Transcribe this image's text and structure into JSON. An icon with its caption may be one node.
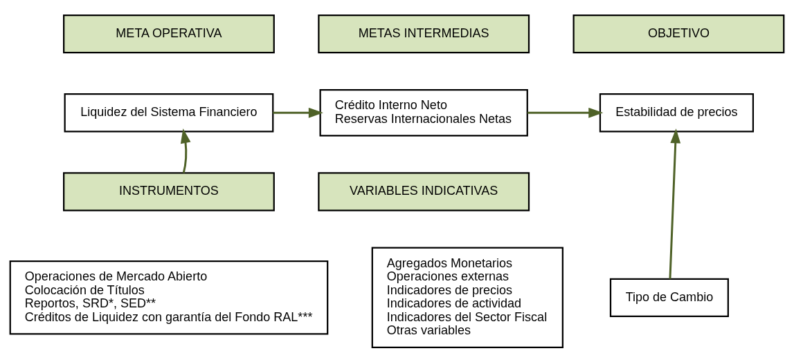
{
  "diagram": {
    "nodes": [
      {
        "text": [
          "META OPERATIVA"
        ]
      },
      {
        "text": [
          "METAS INTERMEDIAS"
        ]
      },
      {
        "text": [
          "OBJETIVO"
        ]
      },
      {
        "text": [
          "Liquidez del Sistema Financiero"
        ]
      },
      {
        "text": [
          "Crédito Interno Neto",
          "Reservas Internacionales Netas"
        ]
      },
      {
        "text": [
          "Estabilidad de precios"
        ]
      },
      {
        "text": [
          "INSTRUMENTOS"
        ]
      },
      {
        "text": [
          "VARIABLES INDICATIVAS"
        ]
      },
      {
        "text": [
          "Operaciones de Mercado Abierto",
          "Colocación de Títulos",
          "Reportos, SRD*, SED**",
          "Créditos de Liquidez con garantía del Fondo RAL***"
        ]
      },
      {
        "text": [
          "Agregados Monetarios",
          "Operaciones externas",
          "Indicadores de precios",
          "Indicadores de actividad",
          "Indicadores del Sector Fiscal",
          "Otras variables"
        ]
      },
      {
        "text": [
          "Tipo de Cambio"
        ]
      }
    ],
    "edges": [
      {
        "from": 3,
        "to": 4,
        "arrow": "to"
      },
      {
        "from": 4,
        "to": 5,
        "arrow": "to"
      },
      {
        "from": 6,
        "to": 3,
        "arrow": "to"
      },
      {
        "from": 10,
        "to": 5,
        "arrow": "to"
      }
    ]
  }
}
